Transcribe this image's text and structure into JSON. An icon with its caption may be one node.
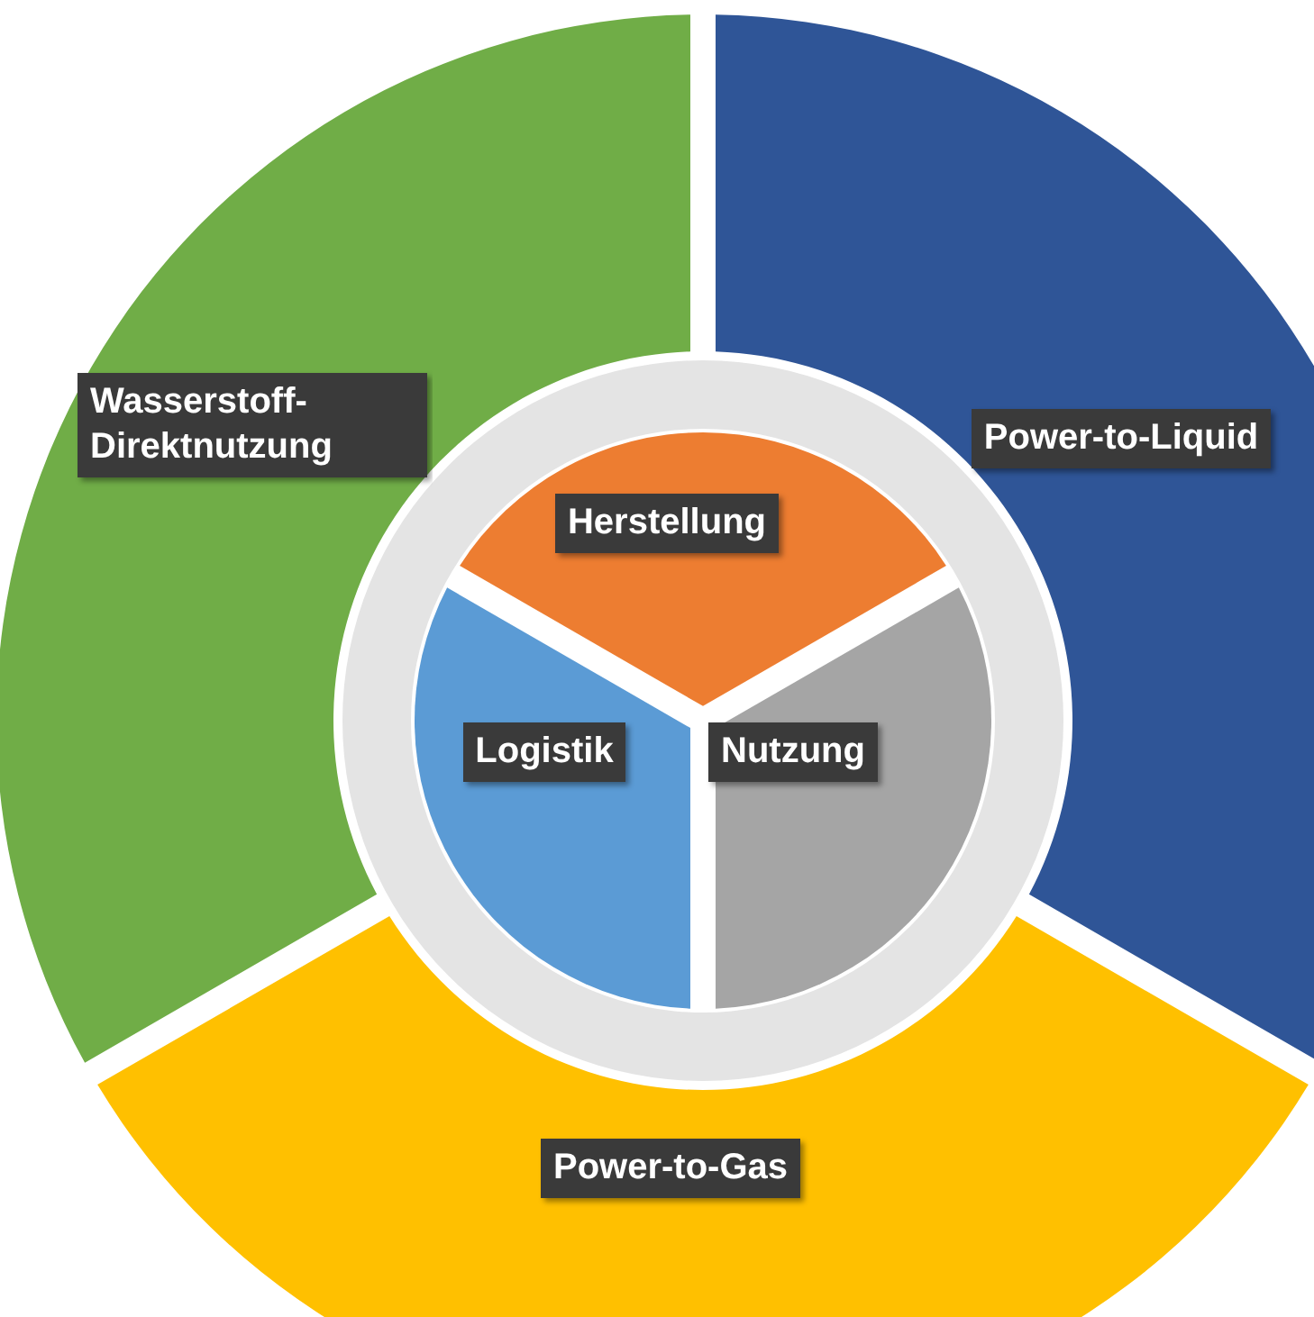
{
  "diagram": {
    "nodes": [
      {
        "text": [
          "Wasserstoff- Direktnutzung"
        ]
      },
      {
        "text": [
          "Power-to-Liquid"
        ]
      },
      {
        "text": [
          "Herstellung"
        ]
      },
      {
        "text": [
          "Logistik"
        ]
      },
      {
        "text": [
          "Nutzung"
        ]
      },
      {
        "text": [
          "Power-to-Gas"
        ]
      }
    ]
  }
}
